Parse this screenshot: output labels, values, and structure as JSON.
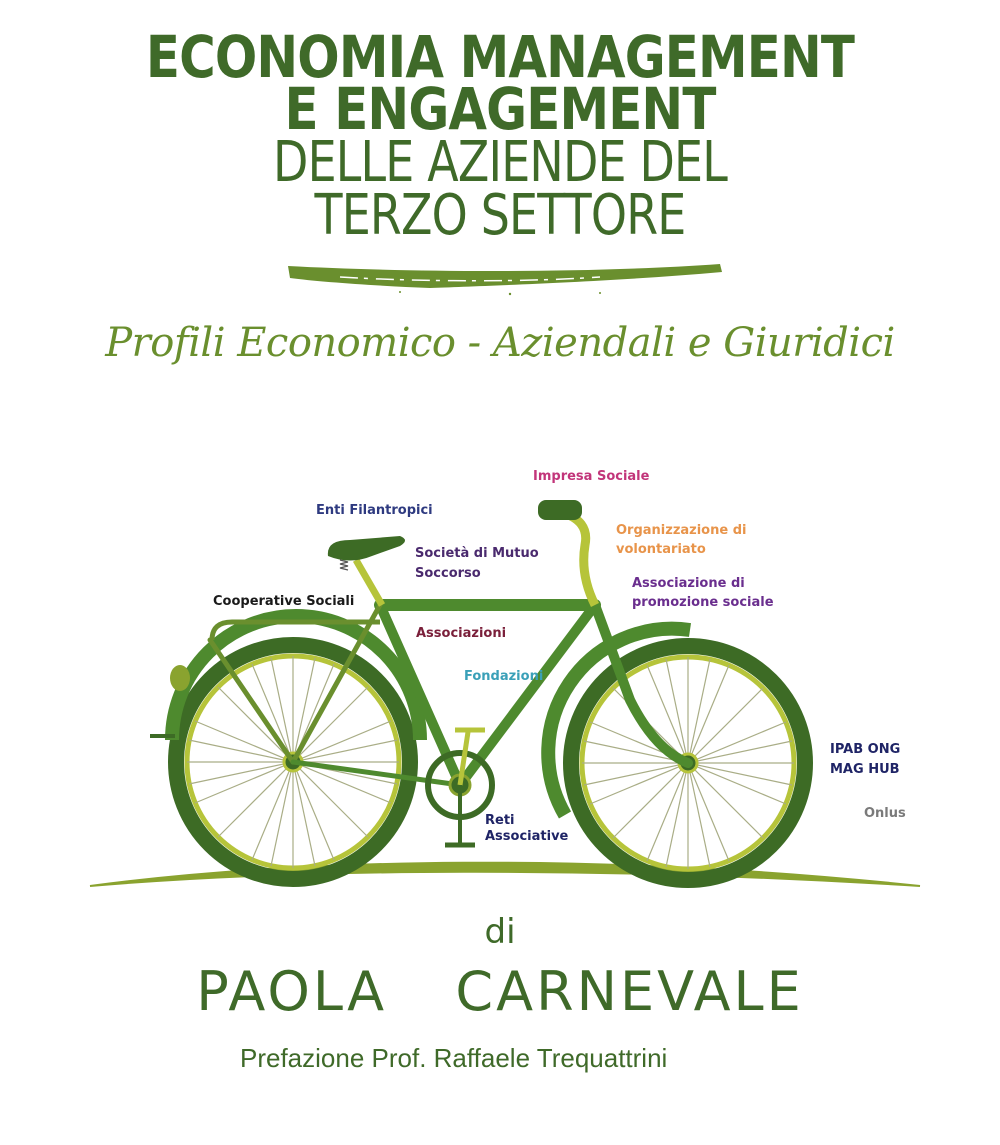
{
  "cover": {
    "title_line1": "ECONOMIA MANAGEMENT",
    "title_line2": "E ENGAGEMENT",
    "title_line3": "DELLE AZIENDE DEL",
    "title_line4": "TERZO SETTORE",
    "subtitle": "Profili Economico - Aziendali e Giuridici",
    "by": "di",
    "author": "PAOLA  CARNEVALE",
    "preface": "Prefazione Prof. Raffaele Trequattrini"
  },
  "illustration": {
    "labels": [
      {
        "text": "Impresa Sociale",
        "color": "#c2357a"
      },
      {
        "text": "Enti Filantropici",
        "color": "#2e3a80"
      },
      {
        "text": "Società di Mutuo",
        "color": "#4a2a6e"
      },
      {
        "text": "Soccorso",
        "color": "#4a2a6e"
      },
      {
        "text": "Organizzazione di",
        "color": "#e8944a"
      },
      {
        "text": "volontariato",
        "color": "#e8944a"
      },
      {
        "text": "Associazione di",
        "color": "#6a2e8e"
      },
      {
        "text": "promozione sociale",
        "color": "#6a2e8e"
      },
      {
        "text": "Cooperative Sociali",
        "color": "#1a1a1a"
      },
      {
        "text": "Associazioni",
        "color": "#7a1f3a"
      },
      {
        "text": "Fondazioni",
        "color": "#3aa0b8"
      },
      {
        "text": "IPAB ONG",
        "color": "#1f2466"
      },
      {
        "text": "MAG HUB",
        "color": "#1f2466"
      },
      {
        "text": "Onlus",
        "color": "#7a7a7a"
      },
      {
        "text": "Reti",
        "color": "#1f2466"
      },
      {
        "text": "Associative",
        "color": "#1f2466"
      }
    ]
  },
  "colors": {
    "title_green": "#3f6a29",
    "accent_green": "#6a8f2e",
    "bike_dark": "#3d6b25",
    "bike_mid": "#4e8a2e",
    "bike_light": "#b6c43a"
  }
}
